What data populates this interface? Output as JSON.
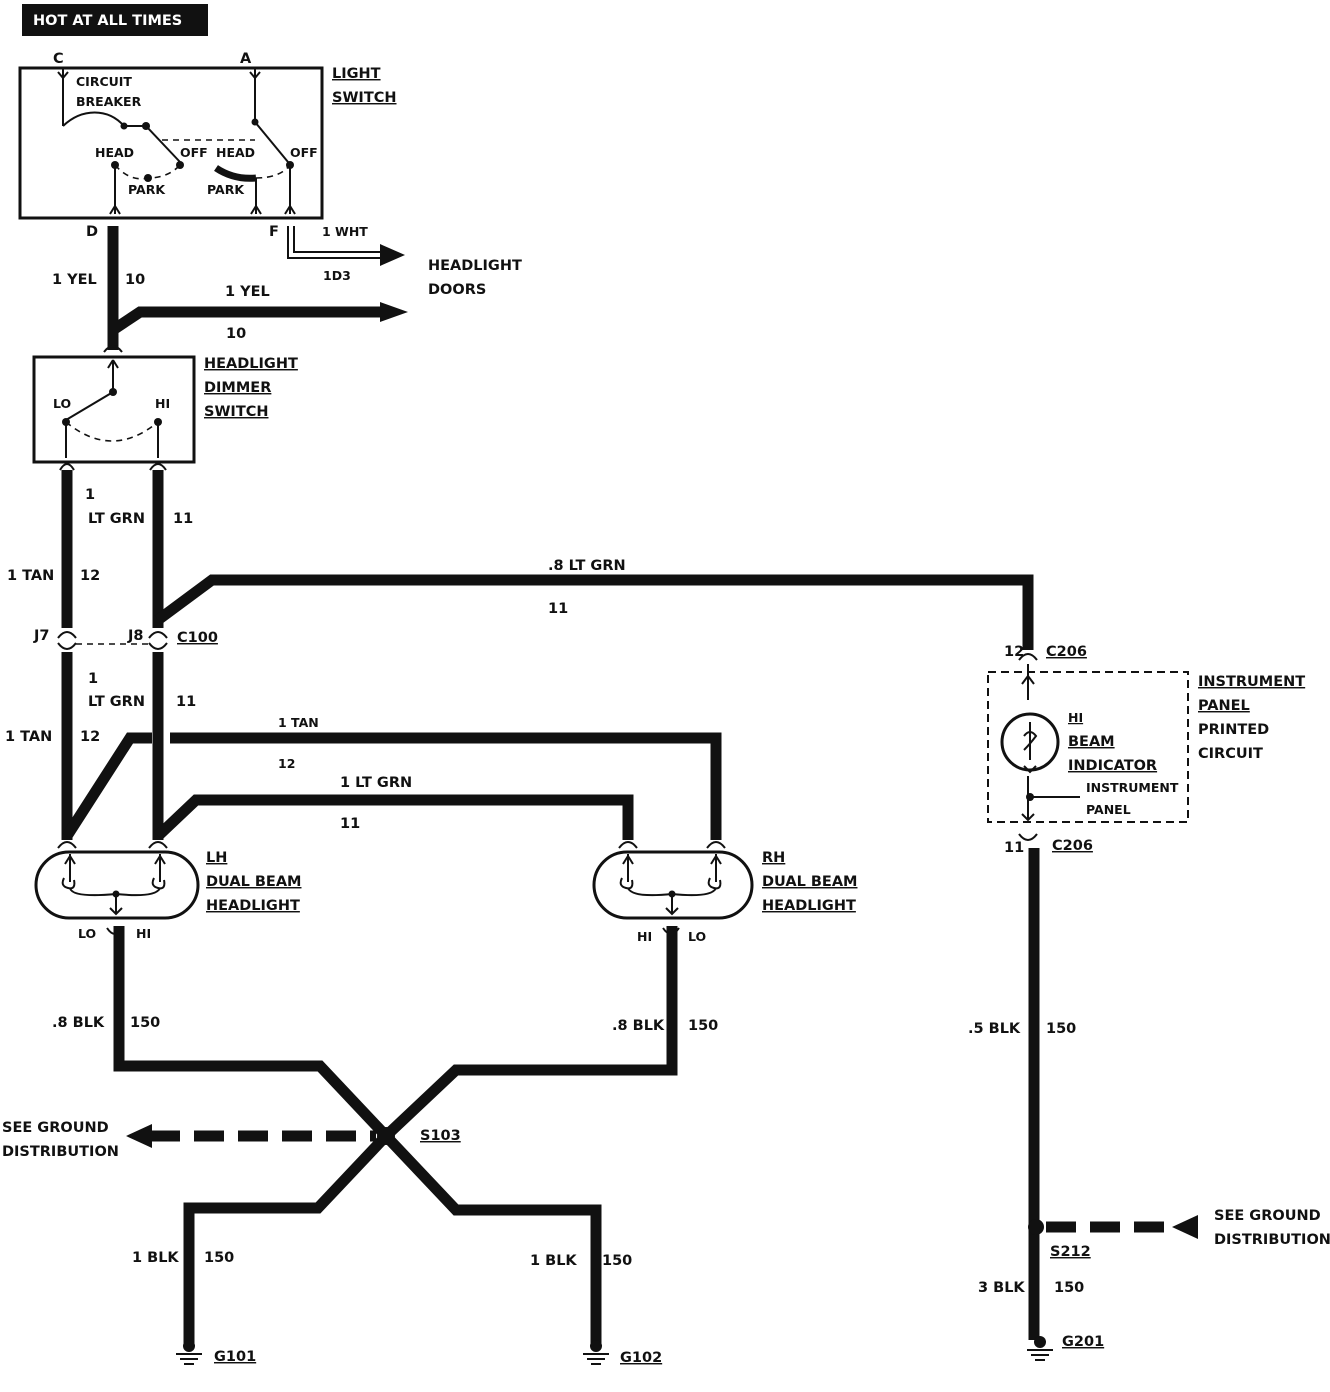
{
  "banner": "HOT AT ALL TIMES",
  "light_switch": {
    "title": [
      "LIGHT",
      "SWITCH"
    ],
    "terminals": {
      "c": "C",
      "a": "A",
      "d": "D",
      "f": "F"
    },
    "circuit_breaker": [
      "CIRCUIT",
      "BREAKER"
    ],
    "left_positions": {
      "head": "HEAD",
      "park": "PARK",
      "off": "OFF"
    },
    "right_positions": {
      "head": "HEAD",
      "park": "PARK",
      "off": "OFF"
    }
  },
  "headlight_doors": {
    "title": [
      "HEADLIGHT",
      "DOORS"
    ],
    "wht_wire": {
      "color": "1 WHT",
      "circuit": "1D3"
    },
    "yel_wire": {
      "color": "1 YEL",
      "circuit": "10"
    }
  },
  "d_wire": {
    "color": "1 YEL",
    "circuit": "10"
  },
  "dimmer_switch": {
    "title": [
      "HEADLIGHT",
      "DIMMER",
      "SWITCH"
    ],
    "lo": "LO",
    "hi": "HI"
  },
  "dimmer_out": {
    "lo_wire": {
      "color": "1 TAN",
      "circuit": "12"
    },
    "hi_wire": {
      "gauge": "1",
      "color": "LT GRN",
      "circuit": "11"
    }
  },
  "connector_c100": {
    "name": "C100",
    "j7": "J7",
    "j8": "J8"
  },
  "c100_out": {
    "lo_wire": {
      "color": "1 TAN",
      "circuit": "12"
    },
    "hi_wire": {
      "gauge": "1",
      "color": "LT GRN",
      "circuit": "11"
    }
  },
  "indicator_feed": {
    "color": ".8 LT GRN",
    "circuit": "11"
  },
  "rh_feeds": {
    "tan": {
      "color": "1 TAN",
      "circuit": "12"
    },
    "grn": {
      "color": "1 LT GRN",
      "circuit": "11"
    }
  },
  "lh_headlight": {
    "title": [
      "LH",
      "DUAL BEAM",
      "HEADLIGHT"
    ],
    "lo": "LO",
    "hi": "HI"
  },
  "rh_headlight": {
    "title": [
      "RH",
      "DUAL BEAM",
      "HEADLIGHT"
    ],
    "lo": "LO",
    "hi": "HI"
  },
  "instrument_panel": {
    "title": [
      "INSTRUMENT",
      "PANEL",
      "PRINTED",
      "CIRCUIT"
    ],
    "connector_top": {
      "name": "C206",
      "pin": "12"
    },
    "connector_bottom": {
      "name": "C206",
      "pin": "11"
    },
    "indicator": [
      "HI",
      "BEAM",
      "INDICATOR"
    ],
    "panel_ground": [
      "INSTRUMENT",
      "PANEL"
    ]
  },
  "grounds": {
    "lh_wire": {
      "color": ".8 BLK",
      "circuit": "150"
    },
    "rh_wire": {
      "color": ".8 BLK",
      "circuit": "150"
    },
    "ip_wire": {
      "color": ".5 BLK",
      "circuit": "150"
    },
    "splice_s103": "S103",
    "splice_s212": "S212",
    "see_ground_left": [
      "SEE GROUND",
      "DISTRIBUTION"
    ],
    "see_ground_right": [
      "SEE GROUND",
      "DISTRIBUTION"
    ],
    "g101_wire": {
      "color": "1 BLK",
      "circuit": "150"
    },
    "g102_wire": {
      "color": "1 BLK",
      "circuit": "150"
    },
    "g201_wire": {
      "color": "3 BLK",
      "circuit": "150"
    },
    "g101": "G101",
    "g102": "G102",
    "g201": "G201"
  }
}
